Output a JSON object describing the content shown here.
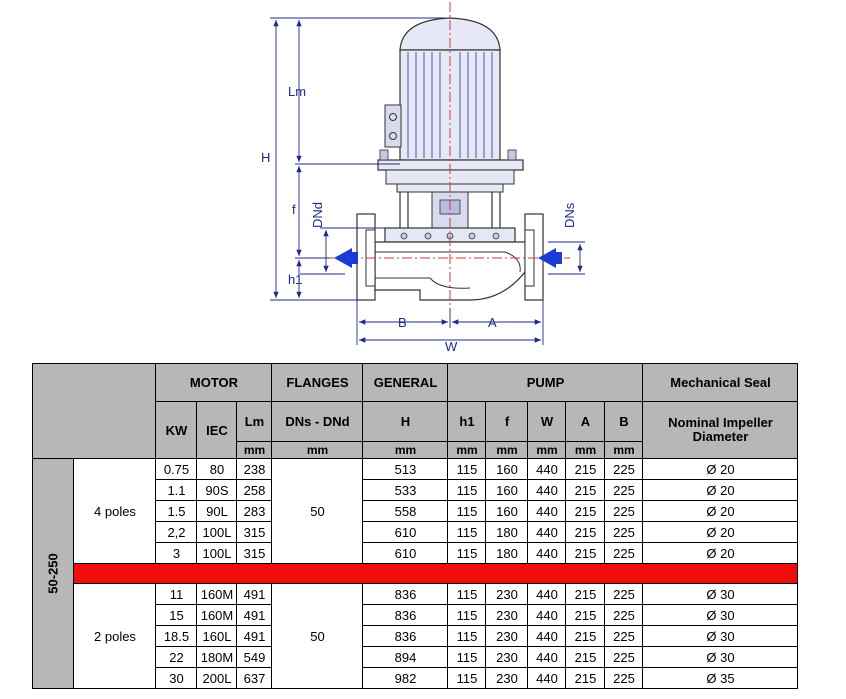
{
  "drawing": {
    "labels": {
      "Lm": "Lm",
      "H": "H",
      "f": "f",
      "h1": "h1",
      "DNd": "DNd",
      "DNs": "DNs",
      "B": "B",
      "A": "A",
      "W": "W"
    },
    "colors": {
      "dimension": "#1f2a8a",
      "arrow": "#1a3bd6",
      "centerline": "#d23a3a",
      "motor_fill": "#e6e8f6"
    }
  },
  "table": {
    "headers": {
      "motor": "MOTOR",
      "flanges": "FLANGES",
      "general": "GENERAL",
      "pump": "PUMP",
      "seal": "Mechanical Seal",
      "kw": "KW",
      "iec": "IEC",
      "lm": "Lm",
      "dns_dnd": "DNs - DNd",
      "h": "H",
      "h1": "h1",
      "f": "f",
      "w": "W",
      "a": "A",
      "b": "B",
      "impeller": "Nominal Impeller Diameter"
    },
    "unit": "mm",
    "model": "50-250",
    "groups": [
      {
        "label": "4 poles",
        "flange": "50",
        "rows": [
          {
            "kw": "0.75",
            "iec": "80",
            "lm": "238",
            "h": "513",
            "h1": "115",
            "f": "160",
            "w": "440",
            "a": "215",
            "b": "225",
            "seal": "Ø 20"
          },
          {
            "kw": "1.1",
            "iec": "90S",
            "lm": "258",
            "h": "533",
            "h1": "115",
            "f": "160",
            "w": "440",
            "a": "215",
            "b": "225",
            "seal": "Ø 20"
          },
          {
            "kw": "1.5",
            "iec": "90L",
            "lm": "283",
            "h": "558",
            "h1": "115",
            "f": "160",
            "w": "440",
            "a": "215",
            "b": "225",
            "seal": "Ø 20"
          },
          {
            "kw": "2,2",
            "iec": "100L",
            "lm": "315",
            "h": "610",
            "h1": "115",
            "f": "180",
            "w": "440",
            "a": "215",
            "b": "225",
            "seal": "Ø 20"
          },
          {
            "kw": "3",
            "iec": "100L",
            "lm": "315",
            "h": "610",
            "h1": "115",
            "f": "180",
            "w": "440",
            "a": "215",
            "b": "225",
            "seal": "Ø 20"
          }
        ]
      },
      {
        "label": "2 poles",
        "flange": "50",
        "rows": [
          {
            "kw": "11",
            "iec": "160M",
            "lm": "491",
            "h": "836",
            "h1": "115",
            "f": "230",
            "w": "440",
            "a": "215",
            "b": "225",
            "seal": "Ø 30"
          },
          {
            "kw": "15",
            "iec": "160M",
            "lm": "491",
            "h": "836",
            "h1": "115",
            "f": "230",
            "w": "440",
            "a": "215",
            "b": "225",
            "seal": "Ø 30"
          },
          {
            "kw": "18.5",
            "iec": "160L",
            "lm": "491",
            "h": "836",
            "h1": "115",
            "f": "230",
            "w": "440",
            "a": "215",
            "b": "225",
            "seal": "Ø 30"
          },
          {
            "kw": "22",
            "iec": "180M",
            "lm": "549",
            "h": "894",
            "h1": "115",
            "f": "230",
            "w": "440",
            "a": "215",
            "b": "225",
            "seal": "Ø 30"
          },
          {
            "kw": "30",
            "iec": "200L",
            "lm": "637",
            "h": "982",
            "h1": "115",
            "f": "230",
            "w": "440",
            "a": "215",
            "b": "225",
            "seal": "Ø 35"
          }
        ]
      }
    ]
  }
}
